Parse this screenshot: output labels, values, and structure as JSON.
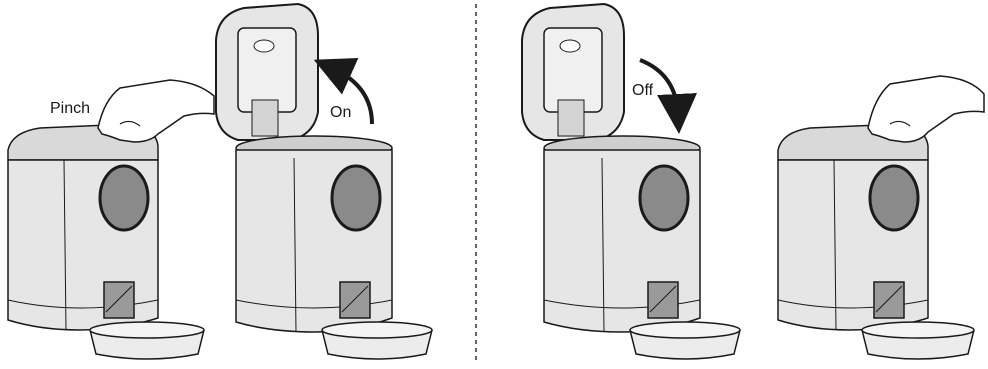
{
  "labels": {
    "pinch": "Pinch",
    "on": "On",
    "off": "Off"
  },
  "colors": {
    "outline": "#1a1a1a",
    "body_fill": "#e6e6e6",
    "window_fill": "#8a8a8a",
    "divider": "#333333"
  },
  "icons": {
    "rotate_open": "curved-arrow-up",
    "rotate_close": "curved-arrow-down"
  }
}
